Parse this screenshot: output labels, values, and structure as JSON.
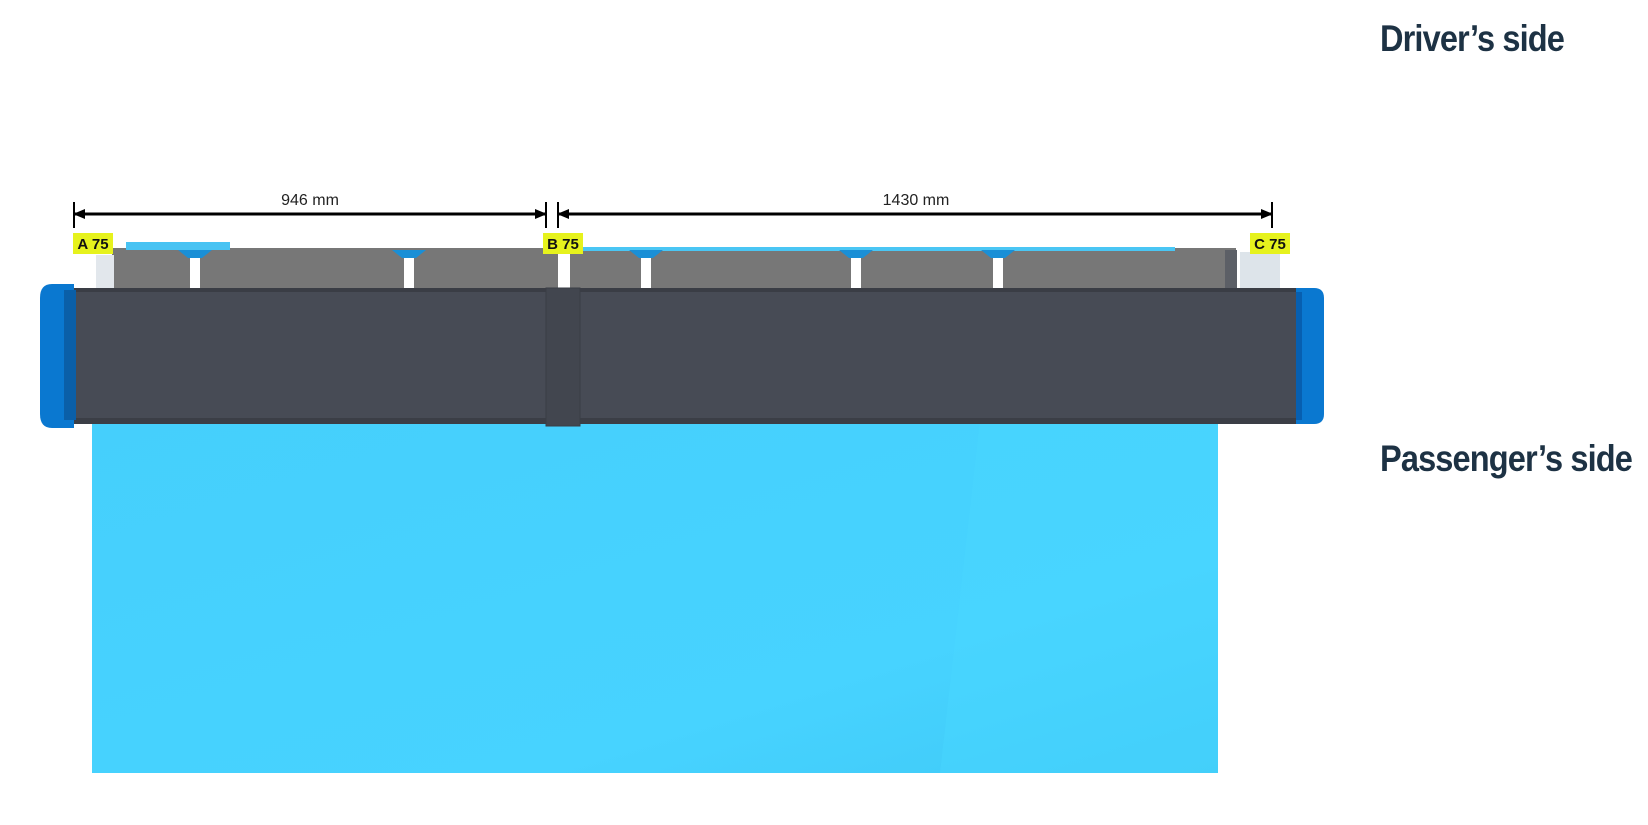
{
  "labels": {
    "driver_side": "Driver’s side",
    "passenger_side": "Passenger’s side"
  },
  "dimensions": [
    {
      "value": "946 mm"
    },
    {
      "value": "1430 mm"
    }
  ],
  "mount_points": [
    {
      "label": "A 75"
    },
    {
      "label": "B 75"
    },
    {
      "label": "C 75"
    }
  ],
  "colors": {
    "roof": "#44d0fd",
    "box_body": "#474b55",
    "box_lid": "#757575",
    "end_cap": "#0a78d0",
    "badge": "#e6f21d",
    "label_text": "#1d3244"
  }
}
